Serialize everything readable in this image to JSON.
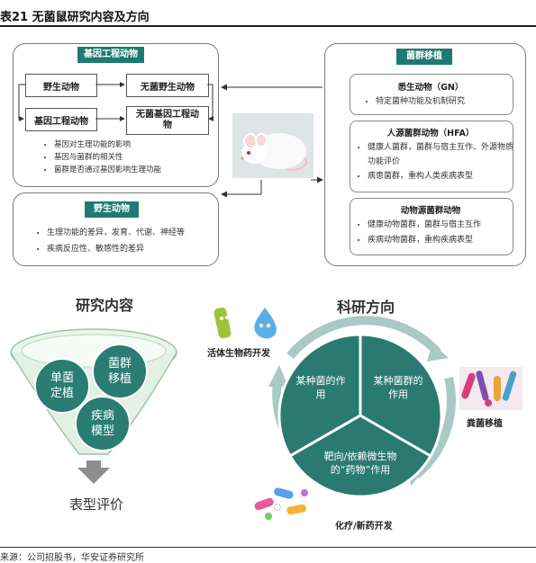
{
  "figure_title": "表21 无菌鼠研究内容及方向",
  "source_note": "来源：公司招股书，华安证券研究所",
  "left_panel": {
    "badge": "基因工程动物",
    "box_wild": "野生动物",
    "box_germfree_wild": "无菌野生动物",
    "box_ge": "基因工程动物",
    "box_germfree_ge_line1": "无菌基因工程动",
    "box_germfree_ge_line2": "物",
    "bullets": [
      "基因对生理功能的影响",
      "基因与菌群的相关性",
      "菌群是否通过基因影响生理功能"
    ]
  },
  "wild_panel": {
    "badge": "野生动物",
    "bullets": [
      "生理功能的差异，发育、代谢、神经等",
      "疾病反应性、敏感性的差异"
    ]
  },
  "right_panel": {
    "badge": "菌群移植",
    "gn": {
      "title": "悉生动物（GN）",
      "bullets": [
        "特定菌种功能及机制研究"
      ]
    },
    "hfa": {
      "title": "人源菌群动物（HFA）",
      "bullets": [
        "健康人菌群，菌群与宿主互作、外源物质功能评价",
        "病患菌群，重构人类疾病表型"
      ]
    },
    "animal": {
      "title": "动物源菌群动物",
      "bullets": [
        "健康动物菌群，菌群与宿主互作",
        "疾病动物菌群，重构疾病表型"
      ]
    }
  },
  "research": {
    "heading": "研究内容",
    "c1_line1": "单菌",
    "c1_line2": "定植",
    "c2_line1": "菌群",
    "c2_line2": "移植",
    "c3_line1": "疾病",
    "c3_line2": "模型",
    "result": "表型评价"
  },
  "direction": {
    "heading": "科研方向",
    "seg1_line1": "某种菌的作",
    "seg1_line2": "用",
    "seg2_line1": "某种菌群的",
    "seg2_line2": "作用",
    "seg3_line1": "靶向/依赖微生物",
    "seg3_line2": "的“药物”作用",
    "label_live": "活体生物药开发",
    "label_fecal": "粪菌移植",
    "label_chemo": "化疗/新药开发"
  },
  "colors": {
    "teal": "#1f7a73",
    "teal_light": "#2a7d72",
    "arrow_ring": "#a9c9c4"
  }
}
